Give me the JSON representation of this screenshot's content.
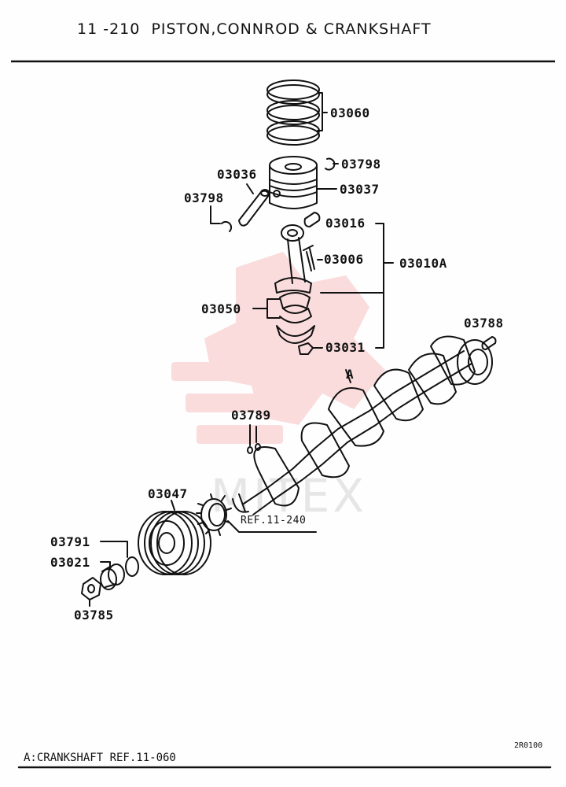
{
  "header": {
    "code": "11 -210",
    "title": "PISTON,CONNROD & CRANKSHAFT"
  },
  "watermark": {
    "text": "MITEX",
    "color": "#e8323a"
  },
  "parts": {
    "p03060": "03060",
    "p03798_top": "03798",
    "p03036": "03036",
    "p03037": "03037",
    "p03798_left": "03798",
    "p03016": "03016",
    "p03006": "03006",
    "p03010A": "03010A",
    "p03050": "03050",
    "p03031": "03031",
    "p03788": "03788",
    "marker_a": "A",
    "p03789": "03789",
    "p03047": "03047",
    "ref_11_240": "REF.11-240",
    "p03791": "03791",
    "p03021": "03021",
    "p03785": "03785"
  },
  "footer": {
    "note": "A:CRANKSHAFT REF.11-060",
    "code": "2R0100"
  }
}
